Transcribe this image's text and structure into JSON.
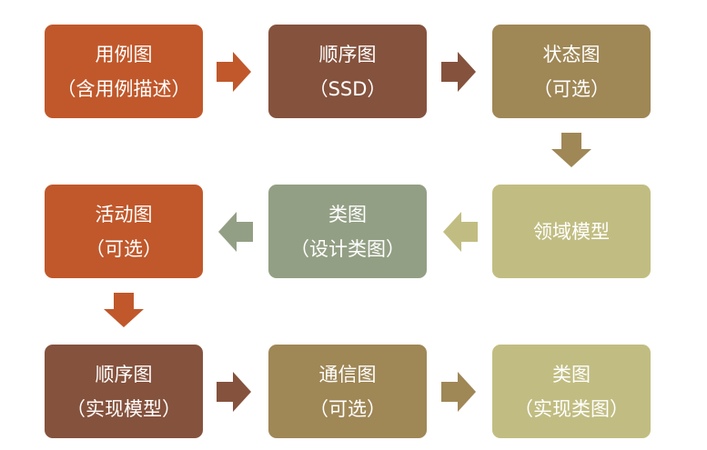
{
  "colors": {
    "orange": "#c0582b",
    "brown": "#85523d",
    "olive": "#9f8756",
    "sage": "#939f84",
    "khaki": "#c1bd82"
  },
  "nodes": {
    "use_case": {
      "line1": "用例图",
      "line2": "（含用例描述）",
      "color": "#c0582b"
    },
    "sequence_ssd": {
      "line1": "顺序图",
      "line2": "（SSD）",
      "color": "#85523d"
    },
    "state": {
      "line1": "状态图",
      "line2": "（可选）",
      "color": "#9f8756"
    },
    "domain_model": {
      "line1": "领域模型",
      "line2": "",
      "color": "#c1bd82"
    },
    "class_design": {
      "line1": "类图",
      "line2": "（设计类图）",
      "color": "#939f84"
    },
    "activity": {
      "line1": "活动图",
      "line2": "（可选）",
      "color": "#c0582b"
    },
    "sequence_impl": {
      "line1": "顺序图",
      "line2": "（实现模型）",
      "color": "#85523d"
    },
    "communication": {
      "line1": "通信图",
      "line2": "（可选）",
      "color": "#9f8756"
    },
    "class_impl": {
      "line1": "类图",
      "line2": "（实现类图）",
      "color": "#c1bd82"
    }
  },
  "arrows": [
    {
      "from": "use_case",
      "to": "sequence_ssd",
      "direction": "right",
      "color": "#c0582b"
    },
    {
      "from": "sequence_ssd",
      "to": "state",
      "direction": "right",
      "color": "#85523d"
    },
    {
      "from": "state",
      "to": "domain_model",
      "direction": "down",
      "color": "#9f8756"
    },
    {
      "from": "domain_model",
      "to": "class_design",
      "direction": "left",
      "color": "#c1bd82"
    },
    {
      "from": "class_design",
      "to": "activity",
      "direction": "left",
      "color": "#939f84"
    },
    {
      "from": "activity",
      "to": "sequence_impl",
      "direction": "down",
      "color": "#c0582b"
    },
    {
      "from": "sequence_impl",
      "to": "communication",
      "direction": "right",
      "color": "#85523d"
    },
    {
      "from": "communication",
      "to": "class_impl",
      "direction": "right",
      "color": "#9f8756"
    }
  ]
}
